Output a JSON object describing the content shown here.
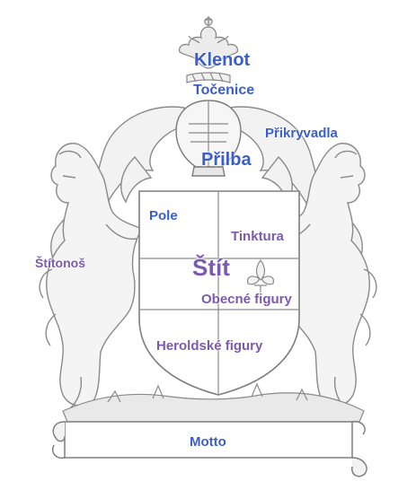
{
  "colors": {
    "blue_label": "#3a5fc8",
    "purple_label": "#7b5ab0",
    "line_art": "#8a8a8a",
    "shading": "#cfcfcf"
  },
  "labels": {
    "klenot": "Klenot",
    "tocenice": "Točenice",
    "prikryvadla": "Přikryvadla",
    "prilba": "Přilba",
    "pole": "Pole",
    "tinktura": "Tinktura",
    "stitonos": "Štítonoš",
    "stit": "Štít",
    "obecne_figury": "Obecné figury",
    "heroldske_figury": "Heroldské figury",
    "motto": "Motto"
  },
  "icons": {
    "crest": "eagle-crest-icon",
    "helmet": "helmet-icon",
    "fleur": "fleur-de-lis-icon",
    "supporter": "lion-supporter-icon",
    "scroll": "motto-scroll-icon"
  }
}
